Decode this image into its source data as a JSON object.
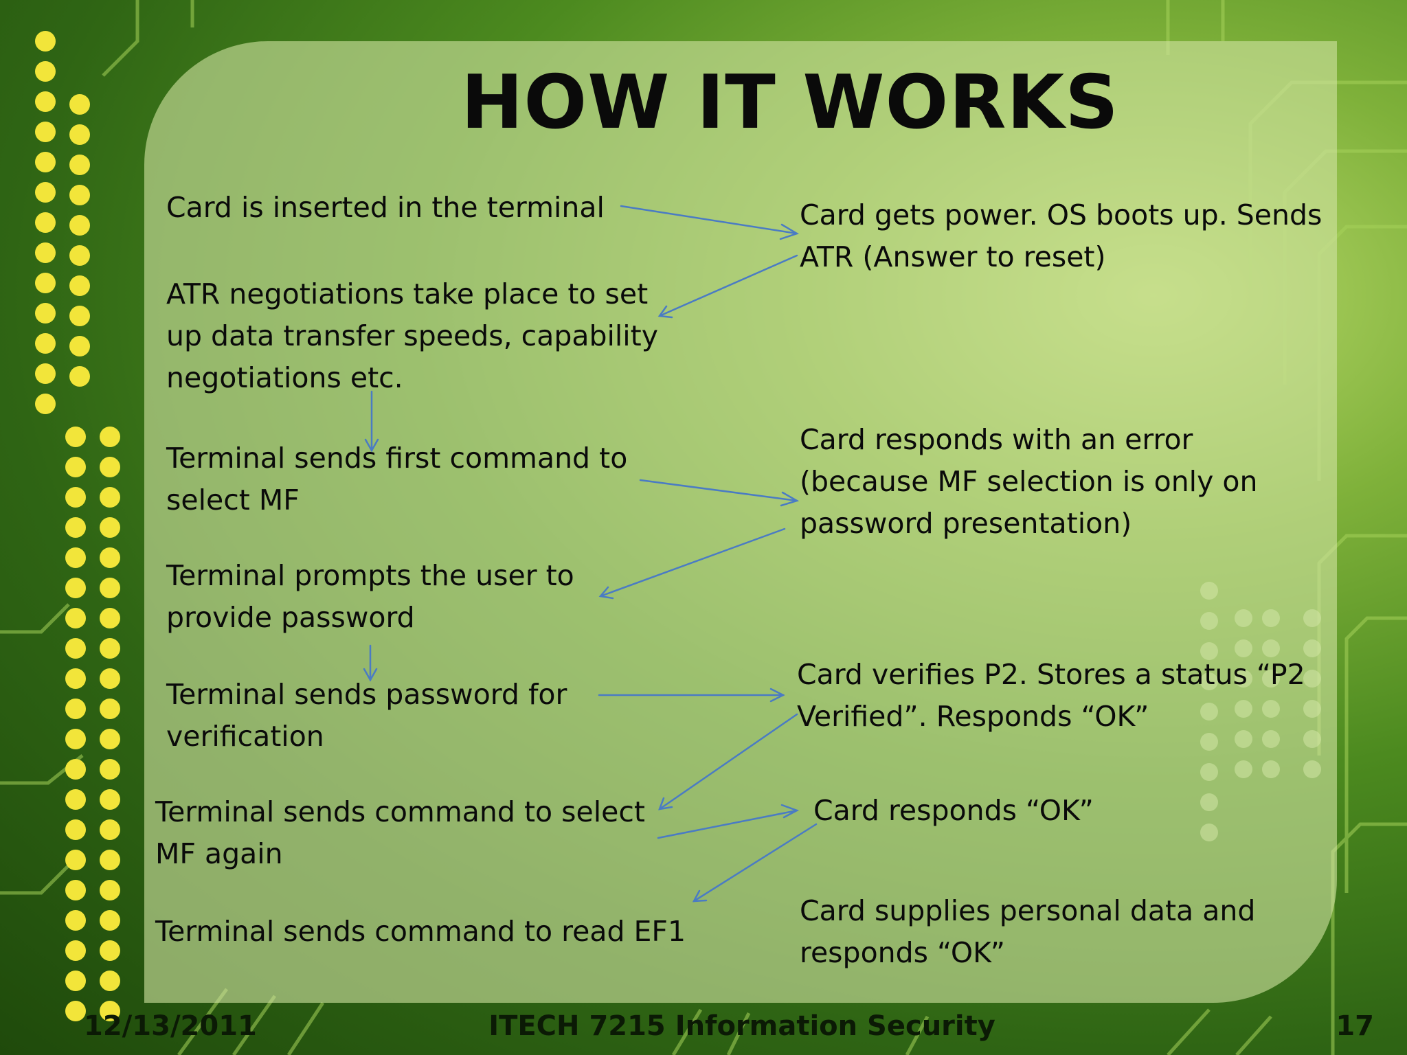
{
  "slide": {
    "title": "HOW IT WORKS",
    "footer_date": "12/13/2011",
    "footer_course": "ITECH 7215 Information Security",
    "footer_page": "17"
  },
  "terminal_steps": [
    "Card is inserted in the terminal",
    "ATR negotiations take place to set up data transfer speeds, capability negotiations etc.",
    "Terminal sends first command to select MF",
    "Terminal prompts the user to provide password",
    "Terminal sends password for verification",
    "Terminal sends command to select MF again",
    "Terminal sends command to read EF1"
  ],
  "card_steps": [
    "Card gets power. OS boots up. Sends ATR (Answer to reset)",
    "Card responds with an error (because MF selection is only on password presentation)",
    "Card verifies P2. Stores a status “P2 Verified”. Responds “OK”",
    "Card responds “OK”",
    "Card supplies personal data and responds “OK”"
  ],
  "colors": {
    "arrow": "#4a7bc4",
    "panel": "#cde29f",
    "text": "#0a0a0a",
    "dot": "#f2e53a"
  }
}
